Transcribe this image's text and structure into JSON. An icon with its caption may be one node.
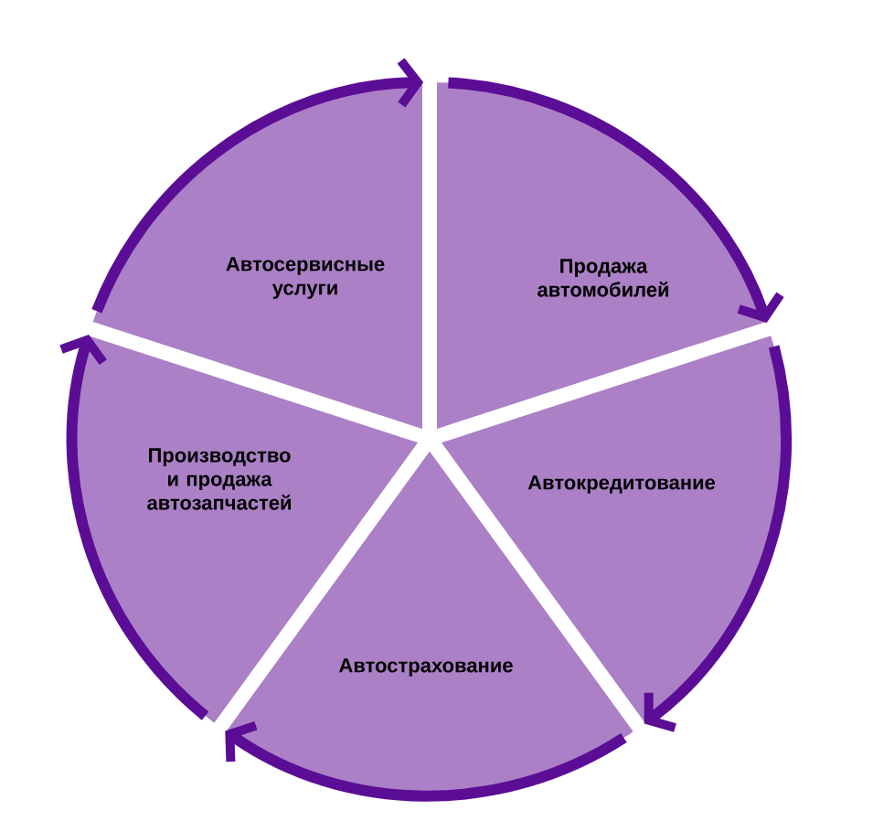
{
  "diagram": {
    "nodes": [
      {
        "text": [
          "Автосервисные услуги"
        ]
      },
      {
        "text": [
          "Продажа автомобилей"
        ]
      },
      {
        "text": [
          "Производство и продажа автозапчастей"
        ]
      },
      {
        "text": [
          "Автокредитование"
        ]
      },
      {
        "text": [
          "Автострахование"
        ]
      }
    ],
    "edges": [
      {
        "from": 0,
        "to": 1,
        "arrow": "to"
      },
      {
        "from": 1,
        "to": 3,
        "arrow": "to"
      },
      {
        "from": 3,
        "to": 4,
        "arrow": "to"
      },
      {
        "from": 4,
        "to": 2,
        "arrow": "to"
      },
      {
        "from": 2,
        "to": 0,
        "arrow": "to"
      }
    ]
  }
}
